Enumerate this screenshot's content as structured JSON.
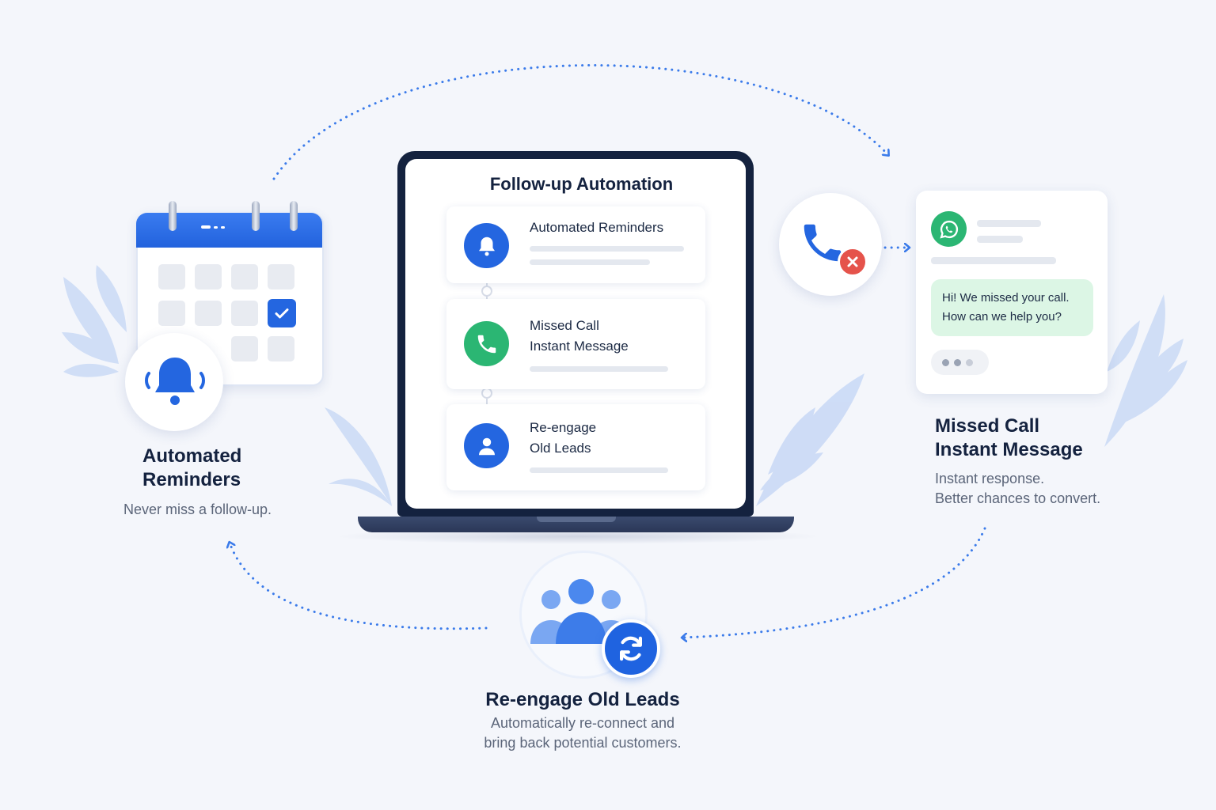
{
  "colors": {
    "background": "#f4f6fb",
    "primary_blue": "#2466e0",
    "green": "#2bb673",
    "red": "#e5534b",
    "navy": "#14223f",
    "leaf": "#c9d9f6"
  },
  "laptop": {
    "title": "Follow-up Automation",
    "cards": [
      {
        "icon": "bell-icon",
        "lines": [
          "Automated Reminders"
        ]
      },
      {
        "icon": "phone-icon",
        "lines": [
          "Missed Call",
          "Instant Message"
        ]
      },
      {
        "icon": "user-icon",
        "lines": [
          "Re-engage",
          "Old Leads"
        ]
      }
    ]
  },
  "left_panel": {
    "icons": [
      "calendar-icon",
      "bell-icon",
      "checkmark-icon"
    ],
    "heading_line1": "Automated",
    "heading_line2": "Reminders",
    "description": "Never miss a follow-up."
  },
  "right_panel": {
    "icons": [
      "phone-icon",
      "missed-x-icon",
      "whatsapp-icon"
    ],
    "message_line1": "Hi! We missed your call.",
    "message_line2": "How can we help you?",
    "heading_line1": "Missed Call",
    "heading_line2": "Instant Message",
    "description_line1": "Instant response.",
    "description_line2": "Better chances to convert."
  },
  "bottom_panel": {
    "icons": [
      "group-icon",
      "refresh-icon"
    ],
    "heading": "Re-engage Old Leads",
    "description_line1": "Automatically re-connect and",
    "description_line2": "bring back potential customers."
  }
}
